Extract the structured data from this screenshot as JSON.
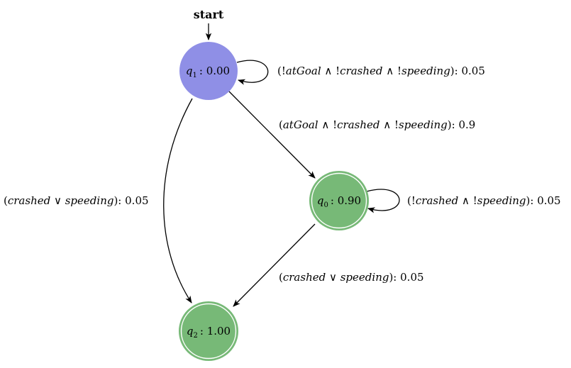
{
  "start_label": "start",
  "colors": {
    "initial_state": "#8f8fe6",
    "accepting_state": "#77b977",
    "edge": "#000000"
  },
  "states": [
    {
      "id": "q1",
      "label": "q",
      "subscript": "1",
      "value": ": 0.00",
      "type": "initial"
    },
    {
      "id": "q0",
      "label": "q",
      "subscript": "0",
      "value": ": 0.90",
      "type": "accepting"
    },
    {
      "id": "q2",
      "label": "q",
      "subscript": "2",
      "value": ": 1.00",
      "type": "accepting"
    }
  ],
  "transitions": [
    {
      "from": "q1",
      "to": "q1",
      "label": [
        "(!",
        "atGoal",
        " ∧ !",
        "crashed",
        " ∧ !",
        "speeding",
        "): 0.05"
      ]
    },
    {
      "from": "q1",
      "to": "q0",
      "label": [
        "(",
        "atGoal",
        " ∧ !",
        "crashed",
        " ∧ !",
        "speeding",
        "): 0.9"
      ]
    },
    {
      "from": "q0",
      "to": "q0",
      "label": [
        "(!",
        "crashed",
        " ∧ !",
        "speeding",
        "): 0.05"
      ]
    },
    {
      "from": "q1",
      "to": "q2",
      "label": [
        "(",
        "crashed",
        "  ∨  ",
        "speeding",
        "): 0.05"
      ]
    },
    {
      "from": "q0",
      "to": "q2",
      "label": [
        "(",
        "crashed",
        "  ∨  ",
        "speeding",
        "): 0.05"
      ]
    }
  ]
}
